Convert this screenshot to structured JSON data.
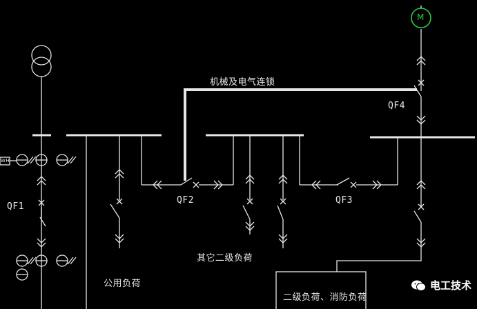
{
  "labels": {
    "interlock": "机械及电气连锁",
    "qf1": "QF1",
    "qf2": "QF2",
    "qf3": "QF3",
    "qf4": "QF4",
    "public_load": "公用负荷",
    "other_secondary_load": "其它二级负荷",
    "secondary_fire_load": "二级负荷、消防负荷",
    "wh": "WH",
    "motor": "M"
  },
  "watermark": {
    "text": "电工技术"
  },
  "colors": {
    "line": "#e6e6e6",
    "background": "#000000",
    "motor": "#2ecc40"
  }
}
